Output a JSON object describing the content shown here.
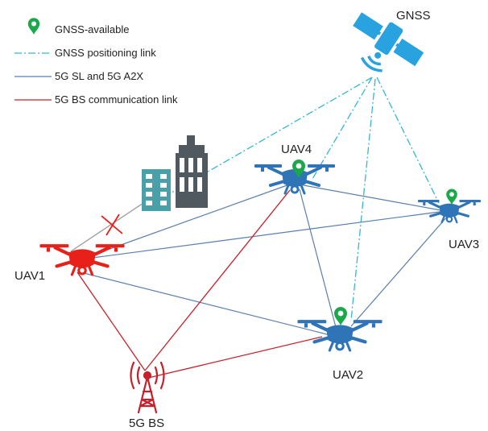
{
  "legend": {
    "gnss_available": "GNSS-available",
    "gnss_link": "GNSS positioning link",
    "sl_a2x": "5G SL and 5G A2X",
    "bs_link": "5G BS communication link"
  },
  "nodes": {
    "gnss": "GNSS",
    "uav1": "UAV1",
    "uav2": "UAV2",
    "uav3": "UAV3",
    "uav4": "UAV4",
    "bs": "5G BS"
  },
  "colors": {
    "gnss_link": "#35b6d6",
    "sl_link": "#5a7fae",
    "bs_link": "#c8202a",
    "drone_blue": "#2e74b7",
    "drone_red": "#e8201a",
    "pin_green": "#1aa84b",
    "satellite": "#29a3df",
    "building_teal": "#4a9fa8",
    "building_gray": "#505860",
    "blocked_link": "#9a9a9a"
  },
  "icons": {
    "satellite": "satellite-icon",
    "building": "building-icon",
    "tower": "cell-tower-icon",
    "drone": "drone-icon",
    "pin": "location-pin-icon"
  }
}
